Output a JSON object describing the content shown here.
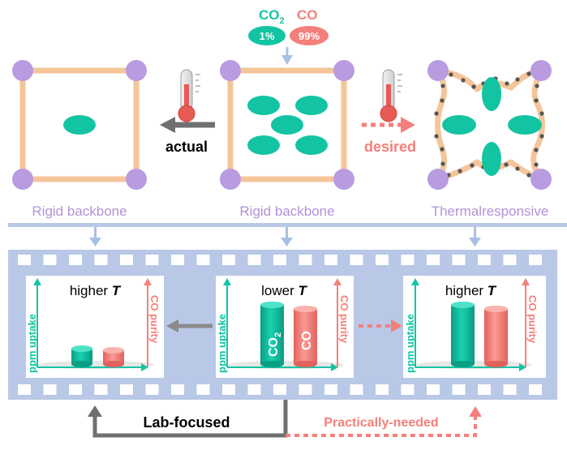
{
  "feed": {
    "co2_label": "CO",
    "co2_sub": "2",
    "co_label": "CO",
    "co2_pct": "1%",
    "co_pct": "99%"
  },
  "top_row": {
    "left_label": "Rigid backbone",
    "middle_label": "Rigid backbone",
    "right_label": "Thermalresponsive",
    "actual_label": "actual",
    "desired_label": "desired"
  },
  "charts": {
    "left": {
      "title": "higher ",
      "title_var": "T",
      "y_left": "ppm uptake",
      "y_right": "CO purity"
    },
    "middle": {
      "title": "lower ",
      "title_var": "T",
      "y_left": "ppm uptake",
      "y_right": "CO purity",
      "bar1": "CO",
      "bar1_sub": "2",
      "bar2": "CO"
    },
    "right": {
      "title": "higher ",
      "title_var": "T",
      "y_left": "ppm uptake",
      "y_right": "CO purity"
    }
  },
  "bottom": {
    "lab_label": "Lab-focused",
    "practical_label": "Practically-needed"
  },
  "colors": {
    "teal": "#13c4a3",
    "salmon": "#f4807b",
    "purple": "#b99be0",
    "frame": "#f4c59a",
    "film": "#b8c8e6",
    "gray": "#888888"
  }
}
